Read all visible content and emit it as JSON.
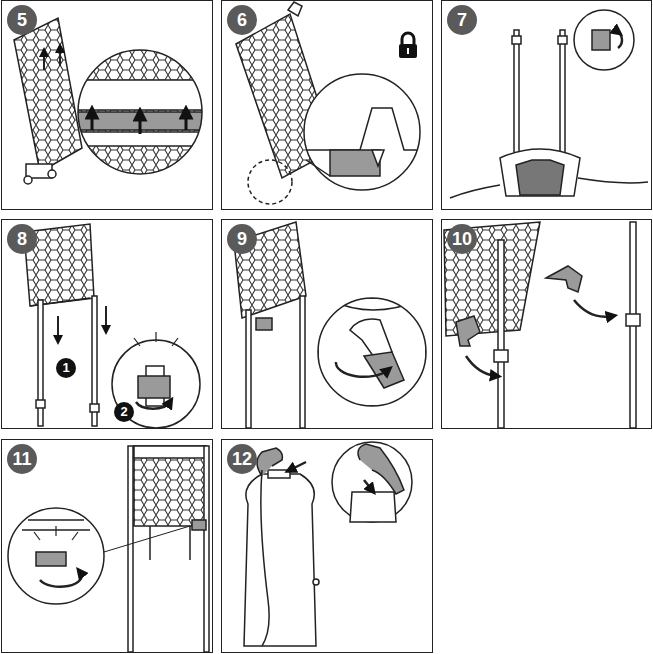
{
  "diagram": {
    "nodes": [
      {
        "text": [
          "5"
        ]
      },
      {
        "text": [
          "6"
        ]
      },
      {
        "text": [
          "7"
        ]
      },
      {
        "text": [
          "8"
        ]
      },
      {
        "text": [
          "9"
        ]
      },
      {
        "text": [
          "10"
        ]
      },
      {
        "text": [
          "11"
        ]
      },
      {
        "text": [
          "12"
        ]
      }
    ],
    "labels": [
      "1",
      "2"
    ]
  }
}
